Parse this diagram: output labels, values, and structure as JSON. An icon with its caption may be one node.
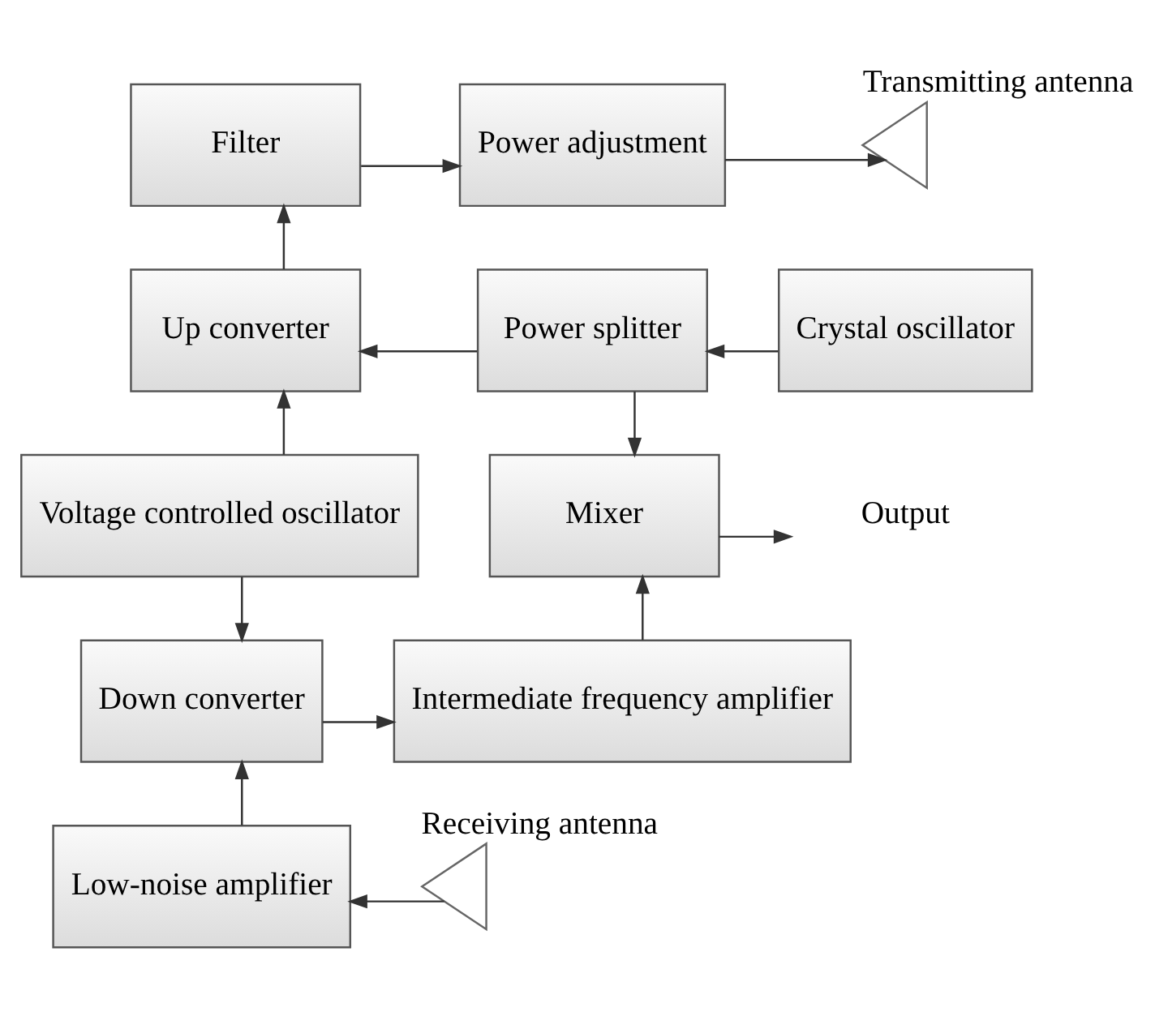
{
  "diagram": {
    "nodes": [
      {
        "text": [
          "Filter"
        ]
      },
      {
        "text": [
          "Power adjustment"
        ]
      },
      {
        "text": [],
        "shape": "antenna",
        "beside": [
          "Transmitting antenna"
        ]
      },
      {
        "text": [
          "Up converter"
        ]
      },
      {
        "text": [
          "Power splitter"
        ]
      },
      {
        "text": [
          "Crystal oscillator"
        ]
      },
      {
        "text": [
          "Voltage controlled oscillator"
        ]
      },
      {
        "text": [
          "Mixer"
        ]
      },
      {
        "text": [
          "Output"
        ]
      },
      {
        "text": [
          "Down converter"
        ]
      },
      {
        "text": [
          "Intermediate frequency amplifier"
        ]
      },
      {
        "text": [
          "Low-noise amplifier"
        ]
      },
      {
        "text": [],
        "shape": "antenna",
        "beside": [
          "Receiving antenna"
        ]
      }
    ],
    "edges": [
      {
        "from": 0,
        "to": 1,
        "arrow": "to"
      },
      {
        "from": 1,
        "to": 2,
        "arrow": "to"
      },
      {
        "from": 4,
        "to": 3,
        "arrow": "to"
      },
      {
        "from": 5,
        "to": 4,
        "arrow": "to"
      },
      {
        "from": 3,
        "to": 0,
        "arrow": "to"
      },
      {
        "from": 4,
        "to": 7,
        "arrow": "to"
      },
      {
        "from": 7,
        "to": 8,
        "arrow": "to"
      },
      {
        "from": 6,
        "to": 3,
        "arrow": "to"
      },
      {
        "from": 6,
        "to": 9,
        "arrow": "to"
      },
      {
        "from": 9,
        "to": 10,
        "arrow": "to"
      },
      {
        "from": 10,
        "to": 7,
        "arrow": "to"
      },
      {
        "from": 11,
        "to": 9,
        "arrow": "to"
      },
      {
        "from": 12,
        "to": 11,
        "arrow": "to"
      }
    ]
  }
}
